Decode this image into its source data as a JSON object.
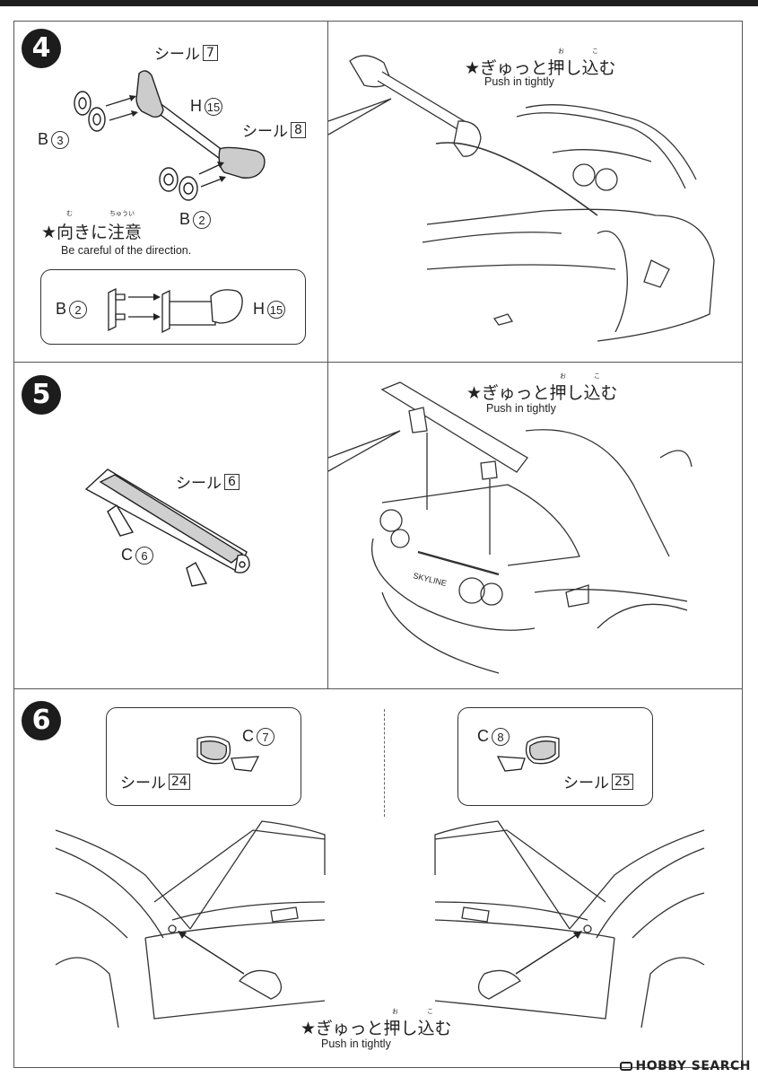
{
  "step4": {
    "number": "4",
    "seal7": {
      "text": "シール",
      "num": "7"
    },
    "seal8": {
      "text": "シール",
      "num": "8"
    },
    "partB3": {
      "letter": "B",
      "num": "3"
    },
    "partH15": {
      "letter": "H",
      "num": "15"
    },
    "partB2": {
      "letter": "B",
      "num": "2"
    },
    "caution": {
      "jp": "★向きに注意",
      "en": "Be careful of the direction.",
      "ruby_mu": "む",
      "ruby_chuui": "ちゅうい"
    },
    "detail": {
      "left": {
        "letter": "B",
        "num": "2"
      },
      "right": {
        "letter": "H",
        "num": "15"
      }
    },
    "push": {
      "jp": "★ぎゅっと押し込む",
      "en": "Push in tightly",
      "ruby_o": "お",
      "ruby_ko": "こ"
    }
  },
  "step5": {
    "number": "5",
    "seal6": {
      "text": "シール",
      "num": "6"
    },
    "partC6": {
      "letter": "C",
      "num": "6"
    },
    "push": {
      "jp": "★ぎゅっと押し込む",
      "en": "Push in tightly",
      "ruby_o": "お",
      "ruby_ko": "こ"
    },
    "car_badge": "SKYLINE"
  },
  "step6": {
    "number": "6",
    "left": {
      "part": {
        "letter": "C",
        "num": "7"
      },
      "seal": {
        "text": "シール",
        "num": "24"
      }
    },
    "right": {
      "part": {
        "letter": "C",
        "num": "8"
      },
      "seal": {
        "text": "シール",
        "num": "25"
      }
    },
    "push": {
      "jp": "★ぎゅっと押し込む",
      "en": "Push in tightly",
      "ruby_o": "お",
      "ruby_ko": "こ"
    }
  },
  "watermark": {
    "text": "HOBBY SEARCH"
  },
  "icons": [
    "step-number-badge",
    "arrow",
    "star"
  ]
}
